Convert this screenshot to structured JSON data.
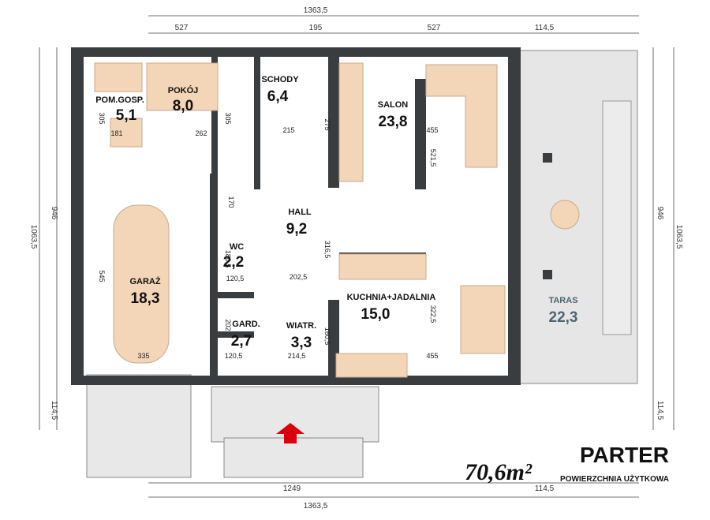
{
  "dims": {
    "top_total": "1363,5",
    "top_left": "527",
    "top_mid": "195",
    "top_right": "527",
    "top_extra": "114,5",
    "left_total": "1063,5",
    "left_main": "946",
    "left_extra": "114,5",
    "right_total": "1063,5",
    "right_main": "946",
    "right_extra": "114,5",
    "bottom_total": "1363,5",
    "bottom_mid": "1249",
    "bottom_extra": "114,5"
  },
  "rooms": {
    "pokoj": {
      "name": "POKÓJ",
      "area": "8,0"
    },
    "pom_gosp": {
      "name": "POM.GOSP.",
      "area": "5,1"
    },
    "schody": {
      "name": "SCHODY",
      "area": "6,4"
    },
    "salon": {
      "name": "SALON",
      "area": "23,8"
    },
    "hall": {
      "name": "HALL",
      "area": "9,2"
    },
    "wc": {
      "name": "WC",
      "area": "2,2"
    },
    "garaz": {
      "name": "GARAŻ",
      "area": "18,3"
    },
    "kuchnia": {
      "name": "KUCHNIA+JADALNIA",
      "area": "15,0"
    },
    "wiatr": {
      "name": "WIATR.",
      "area": "3,3"
    },
    "gard": {
      "name": "GARD.",
      "area": "2,7"
    },
    "taras": {
      "name": "TARAS",
      "area": "22,3"
    }
  },
  "inner_dims": {
    "pokoj_w": "262",
    "pokoj_h": "305",
    "gosp_w": "181",
    "gosp_h": "305",
    "schody_w": "215",
    "schody_h": "275",
    "salon_w": "455",
    "salon_h": "521,5",
    "hall_h": "170",
    "hall_w": "202,5",
    "hall_side": "316,5",
    "wc_h": "180,5",
    "wc_w": "120,5",
    "garaz_w": "335",
    "garaz_h": "545",
    "kuchnia_w": "455",
    "kuchnia_h": "322,5",
    "gard_h": "202",
    "gard_w": "120,5",
    "wiatr_w": "214,5",
    "wiatr_h": "160,5"
  },
  "title": {
    "main": "PARTER",
    "sub": "POWIERZCHNIA UŻYTKOWA",
    "area": "70,6m²"
  }
}
